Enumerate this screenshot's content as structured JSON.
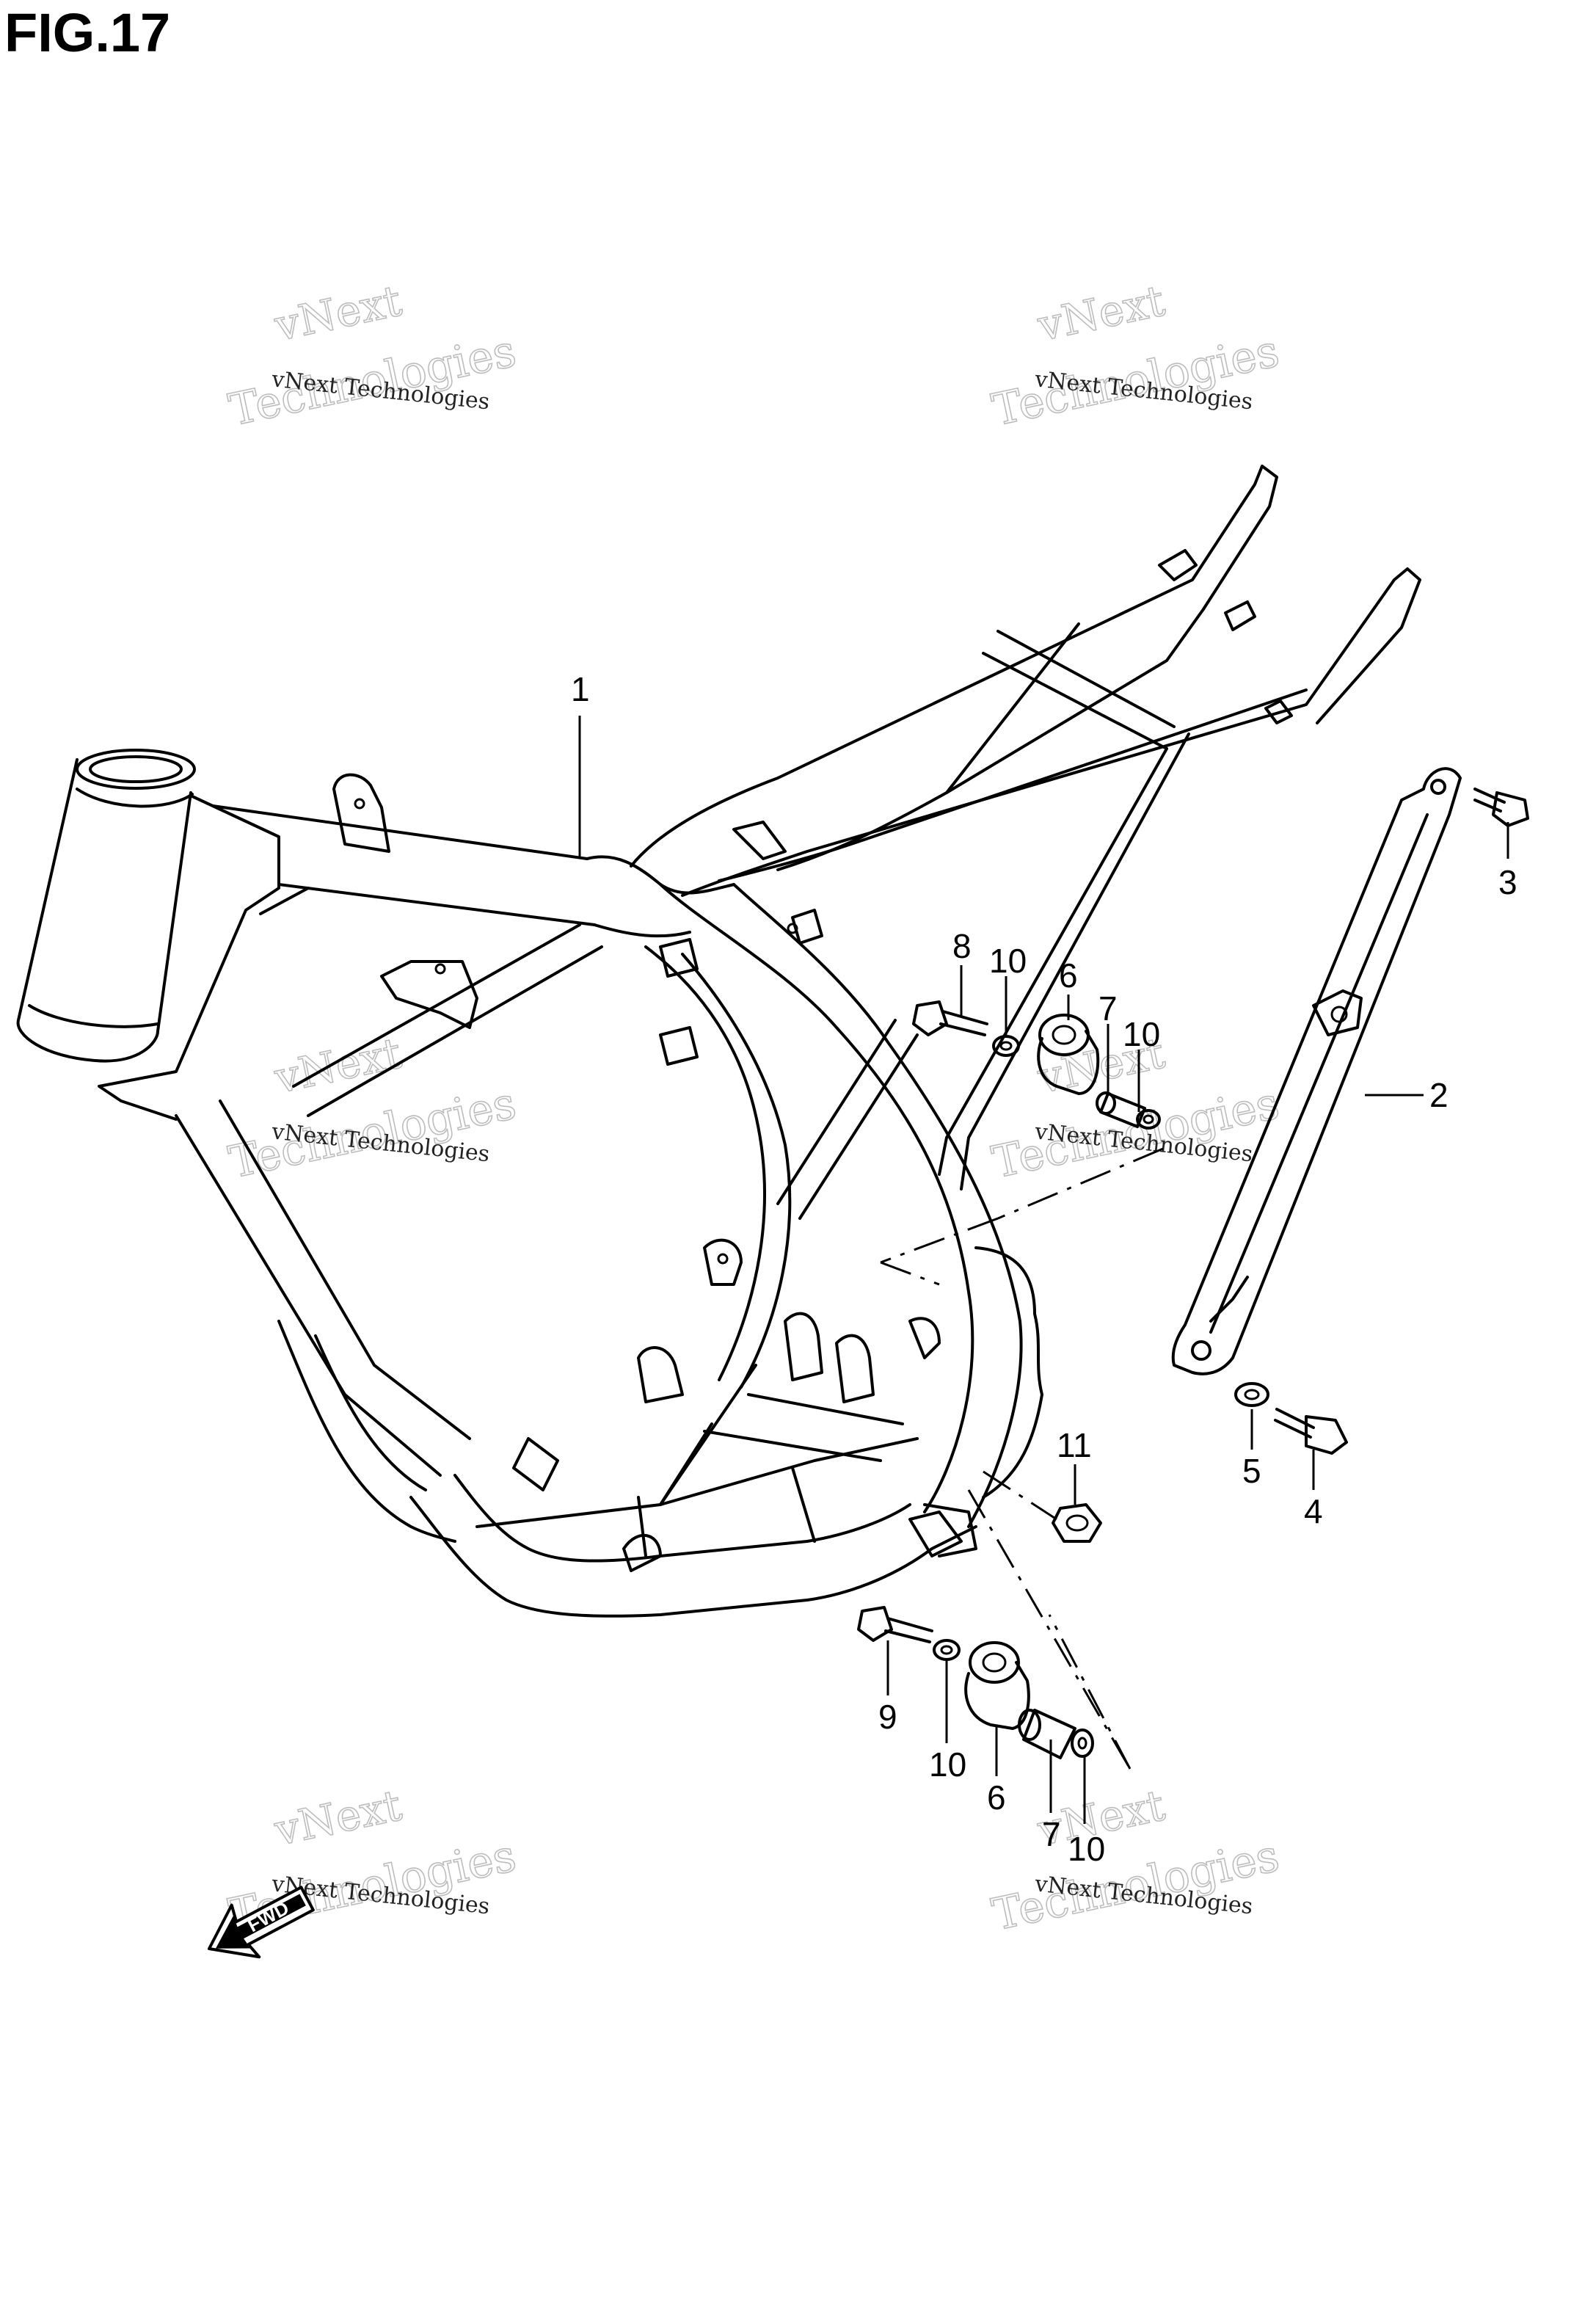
{
  "figure": {
    "title": "FIG.17"
  },
  "watermark": {
    "line_top": "vNext",
    "line_mid": "vNext Technologies",
    "line_big": "Technologies"
  },
  "fwd_label": "FWD",
  "callouts": {
    "c1": "1",
    "c2": "2",
    "c3": "3",
    "c4": "4",
    "c5": "5",
    "c6a": "6",
    "c6b": "6",
    "c7a": "7",
    "c7b": "7",
    "c8": "8",
    "c9": "9",
    "c10a": "10",
    "c10b": "10",
    "c10c": "10",
    "c10d": "10",
    "c11": "11"
  }
}
